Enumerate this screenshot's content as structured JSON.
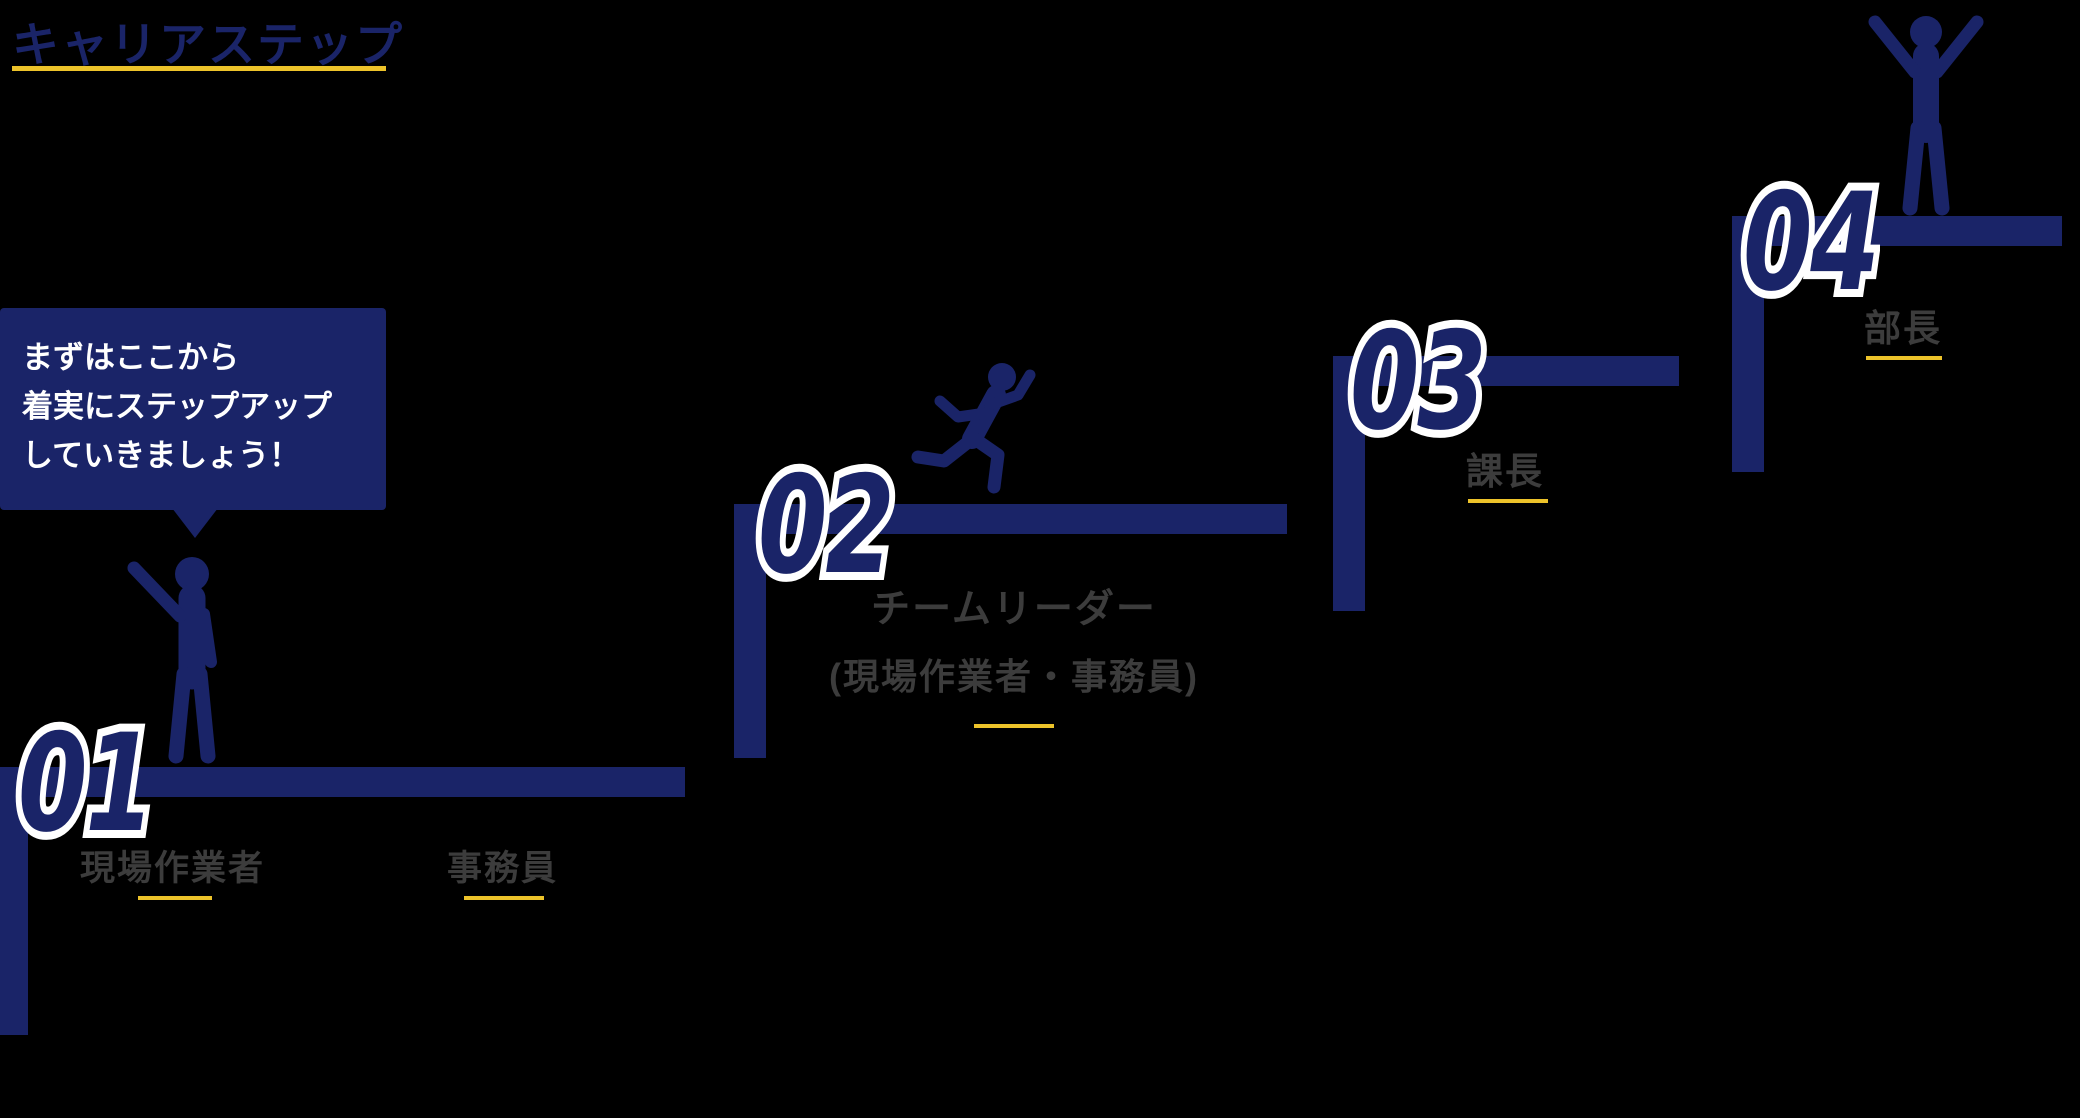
{
  "header": {
    "title": "キャリアステップ"
  },
  "colors": {
    "background": "#000000",
    "navy": "#1a2468",
    "yellow": "#edc32a",
    "label_gray": "#3c3c3c",
    "bubble_text": "#ffffff"
  },
  "speech_bubble": {
    "lines": [
      "まずはここから",
      "着実にステップアップ",
      "していきましょう！"
    ]
  },
  "steps": [
    {
      "number": "01",
      "labels": [
        {
          "text": "現場作業者"
        },
        {
          "text": "事務員"
        }
      ],
      "icon": "waving-person-icon"
    },
    {
      "number": "02",
      "label_line1": "チームリーダー",
      "label_line2": "(現場作業者・事務員)",
      "icon": "running-person-icon"
    },
    {
      "number": "03",
      "label": "課長"
    },
    {
      "number": "04",
      "label": "部長",
      "icon": "cheering-person-icon"
    }
  ]
}
